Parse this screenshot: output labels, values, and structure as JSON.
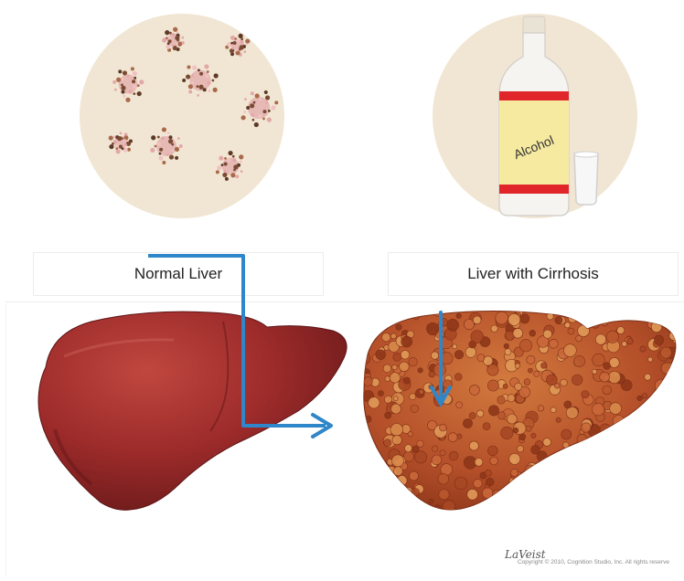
{
  "labels": {
    "normal": "Normal Liver",
    "cirrhosis": "Liver with Cirrhosis",
    "bottle": "Alcohol"
  },
  "credit": {
    "signature": "LaVeist",
    "copyright": "Copyright © 2010, Cognition Studio, Inc. All rights reserve"
  },
  "icons": {
    "virus_circle": "hepatitis-virus-icon",
    "alcohol_circle": "alcohol-bottle-icon"
  },
  "colors": {
    "circle_bg": "#f1e6d3",
    "arrow": "#2f86c9",
    "healthy_liver": "#9c2b2a",
    "cirrhotic_liver": "#b5502a",
    "bottle_band": "#e0262b"
  }
}
